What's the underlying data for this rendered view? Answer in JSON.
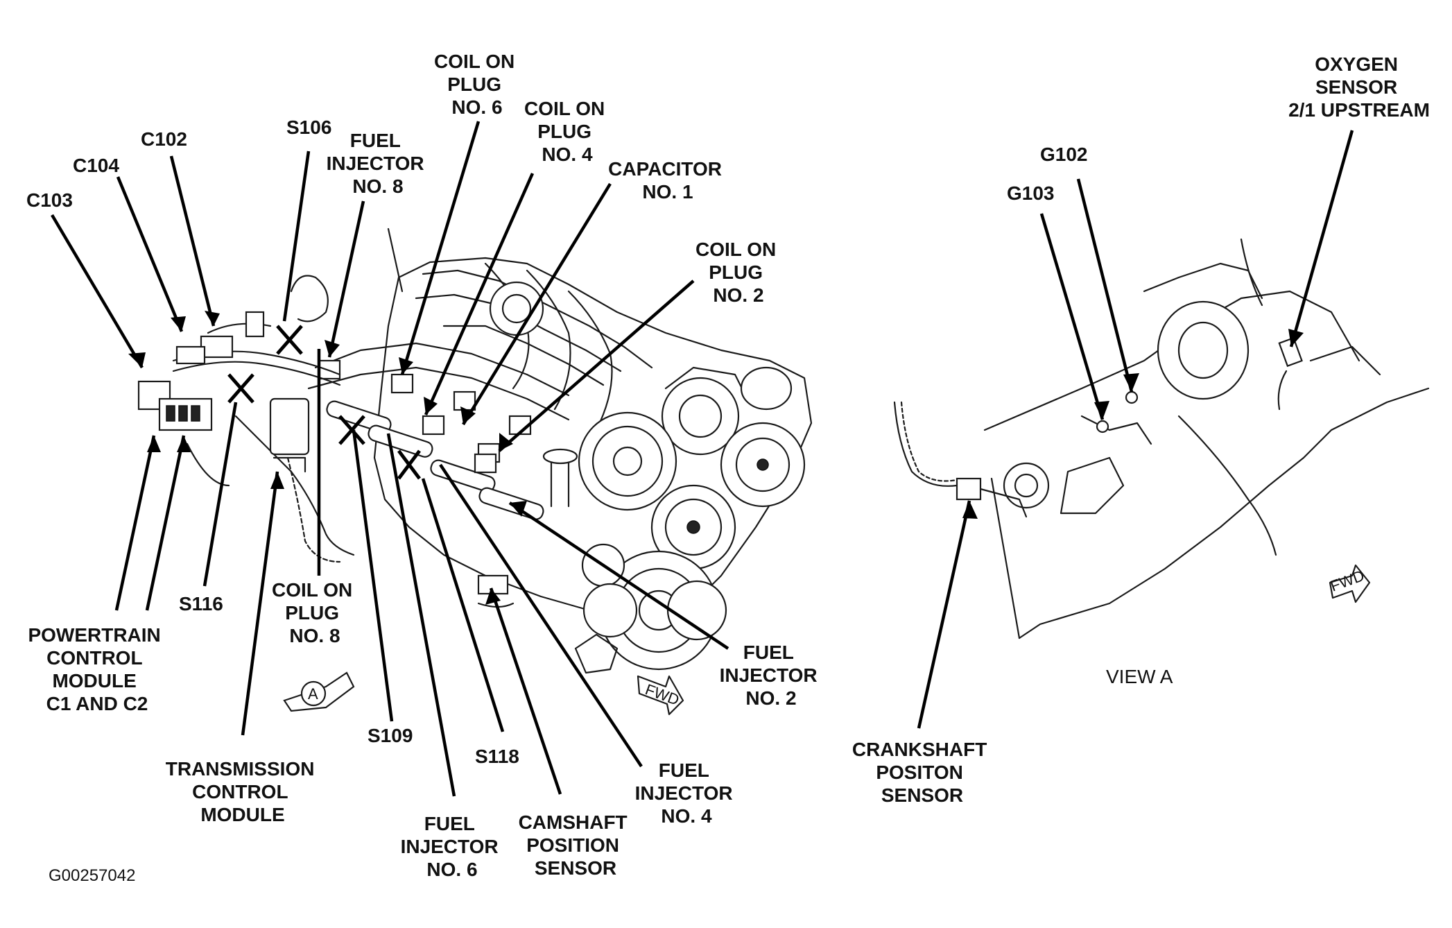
{
  "labels": {
    "c103": "C103",
    "c104": "C104",
    "c102": "C102",
    "s106": "S106",
    "fuel_injector_8": [
      "FUEL",
      "INJECTOR",
      "NO. 8"
    ],
    "coil_on_plug_6": [
      "COIL ON",
      "PLUG",
      "NO. 6"
    ],
    "coil_on_plug_4": [
      "COIL ON",
      "PLUG",
      "NO. 4"
    ],
    "capacitor_1": [
      "CAPACITOR",
      "NO. 1"
    ],
    "coil_on_plug_2": [
      "COIL ON",
      "PLUG",
      "NO. 2"
    ],
    "powertrain_control_module": [
      "POWERTRAIN",
      "CONTROL",
      "MODULE",
      "C1 AND C2"
    ],
    "s116": "S116",
    "coil_on_plug_8": [
      "COIL ON",
      "PLUG",
      "NO. 8"
    ],
    "transmission_control_module": [
      "TRANSMISSION",
      "CONTROL",
      "MODULE"
    ],
    "s109": "S109",
    "fuel_injector_6": [
      "FUEL",
      "INJECTOR",
      "NO. 6"
    ],
    "s118": "S118",
    "camshaft_position_sensor": [
      "CAMSHAFT",
      "POSITION",
      "SENSOR"
    ],
    "fuel_injector_4": [
      "FUEL",
      "INJECTOR",
      "NO. 4"
    ],
    "fuel_injector_2": [
      "FUEL",
      "INJECTOR",
      "NO. 2"
    ],
    "oxygen_sensor": [
      "OXYGEN",
      "SENSOR",
      "2/1 UPSTREAM"
    ],
    "g102": "G102",
    "g103": "G103",
    "view_a": "VIEW A",
    "crankshaft_sensor": [
      "CRANKSHAFT",
      "POSITON",
      "SENSOR"
    ],
    "figure_id": "G00257042",
    "view_marker": "A",
    "fwd": "FWD"
  }
}
